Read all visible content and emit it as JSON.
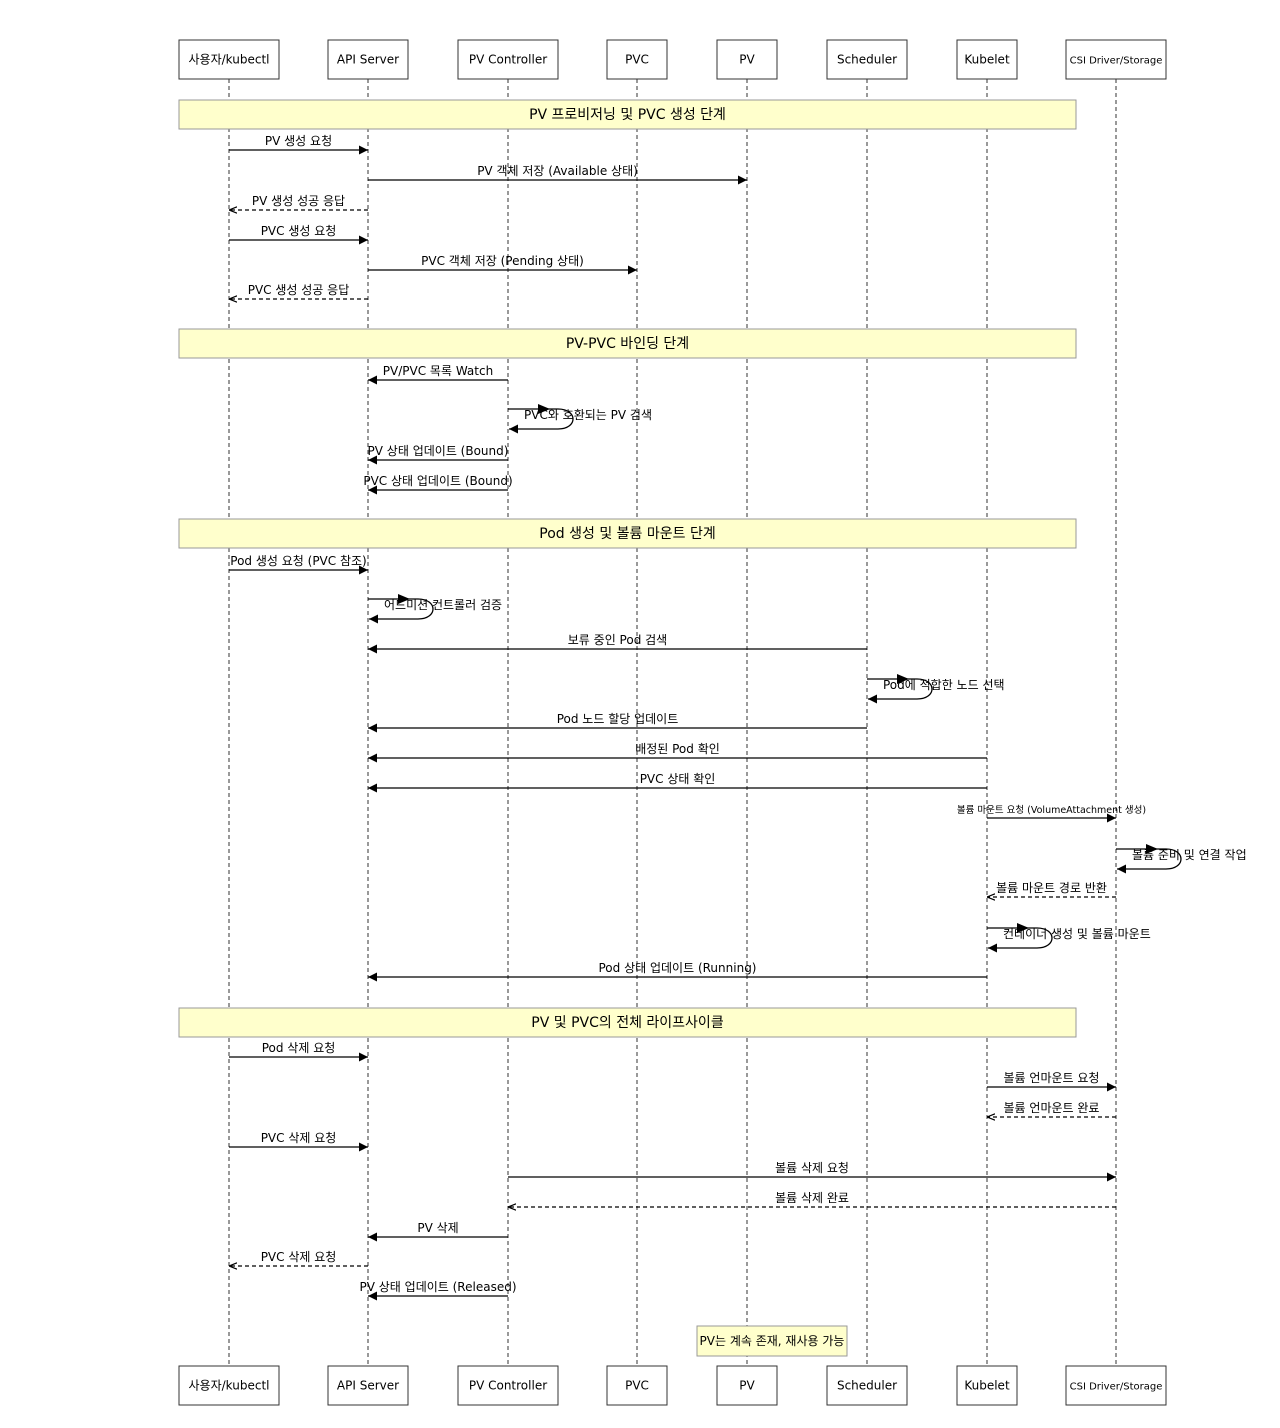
{
  "participants": [
    {
      "id": "user",
      "label": "사용자/kubectl"
    },
    {
      "id": "api",
      "label": "API Server"
    },
    {
      "id": "pvc_ctrl",
      "label": "PV Controller"
    },
    {
      "id": "pvc",
      "label": "PVC"
    },
    {
      "id": "pv",
      "label": "PV"
    },
    {
      "id": "sched",
      "label": "Scheduler"
    },
    {
      "id": "kubelet",
      "label": "Kubelet"
    },
    {
      "id": "csi",
      "label": "CSI Driver/Storage"
    }
  ],
  "sections": [
    {
      "label": "PV 프로비저닝 및 PVC 생성 단계"
    },
    {
      "label": "PV-PVC 바인딩 단계"
    },
    {
      "label": "Pod 생성 및 볼륨 마운트 단계"
    },
    {
      "label": "PV 및 PVC의 전체 라이프사이클"
    }
  ],
  "messages": [
    {
      "from": "user",
      "to": "api",
      "label": "PV 생성 요청",
      "style": "solid"
    },
    {
      "from": "api",
      "to": "pv",
      "label": "PV 객체 저장 (Available 상태)",
      "style": "solid"
    },
    {
      "from": "api",
      "to": "user",
      "label": "PV 생성 성공 응답",
      "style": "dashed"
    },
    {
      "from": "user",
      "to": "api",
      "label": "PVC 생성 요청",
      "style": "solid"
    },
    {
      "from": "api",
      "to": "pvc",
      "label": "PVC 객체 저장 (Pending 상태)",
      "style": "solid"
    },
    {
      "from": "api",
      "to": "user",
      "label": "PVC 생성 성공 응답",
      "style": "dashed"
    },
    {
      "from": "pvc_ctrl",
      "to": "api",
      "label": "PV/PVC 목록 Watch",
      "style": "solid"
    },
    {
      "from": "pvc_ctrl",
      "to": "pvc_ctrl",
      "label": "PVC와 호환되는 PV 검색",
      "style": "self"
    },
    {
      "from": "pvc_ctrl",
      "to": "api",
      "label": "PV 상태 업데이트 (Bound)",
      "style": "solid"
    },
    {
      "from": "pvc_ctrl",
      "to": "api",
      "label": "PVC 상태 업데이트 (Bound)",
      "style": "solid"
    },
    {
      "from": "user",
      "to": "api",
      "label": "Pod 생성 요청 (PVC 참조)",
      "style": "solid"
    },
    {
      "from": "api",
      "to": "api",
      "label": "어드미션 컨트롤러 검증",
      "style": "self"
    },
    {
      "from": "sched",
      "to": "api",
      "label": "보류 중인 Pod 검색",
      "style": "solid"
    },
    {
      "from": "sched",
      "to": "sched",
      "label": "Pod에 적합한 노드 선택",
      "style": "self"
    },
    {
      "from": "sched",
      "to": "api",
      "label": "Pod 노드 할당 업데이트",
      "style": "solid"
    },
    {
      "from": "kubelet",
      "to": "api",
      "label": "배정된 Pod 확인",
      "style": "solid"
    },
    {
      "from": "kubelet",
      "to": "api",
      "label": "PVC 상태 확인",
      "style": "solid"
    },
    {
      "from": "kubelet",
      "to": "csi",
      "label": "볼륨 마운트 요청 (VolumeAttachment 생성)",
      "style": "solid",
      "small": true
    },
    {
      "from": "csi",
      "to": "csi",
      "label": "볼륨 준비 및 연결 작업",
      "style": "self"
    },
    {
      "from": "csi",
      "to": "kubelet",
      "label": "볼륨 마운트 경로 반환",
      "style": "dashed"
    },
    {
      "from": "kubelet",
      "to": "kubelet",
      "label": "컨테이너 생성 및 볼륨 마운트",
      "style": "self"
    },
    {
      "from": "kubelet",
      "to": "api",
      "label": "Pod 상태 업데이트 (Running)",
      "style": "solid"
    },
    {
      "from": "user",
      "to": "api",
      "label": "Pod 삭제 요청",
      "style": "solid"
    },
    {
      "from": "kubelet",
      "to": "csi",
      "label": "볼륨 언마운트 요청",
      "style": "solid"
    },
    {
      "from": "csi",
      "to": "kubelet",
      "label": "볼륨 언마운트 완료",
      "style": "dashed"
    },
    {
      "from": "user",
      "to": "api",
      "label": "PVC 삭제 요청",
      "style": "solid"
    },
    {
      "from": "pvc_ctrl",
      "to": "csi",
      "label": "볼륨 삭제 요청",
      "style": "solid"
    },
    {
      "from": "csi",
      "to": "pvc_ctrl",
      "label": "볼륨 삭제 완료",
      "style": "dashed"
    },
    {
      "from": "pvc_ctrl",
      "to": "api",
      "label": "PV 삭제",
      "style": "solid"
    },
    {
      "from": "api",
      "to": "user",
      "label": "PVC 삭제 요청",
      "style": "dashed"
    },
    {
      "from": "pvc_ctrl",
      "to": "api",
      "label": "PV 상태 업데이트 (Released)",
      "style": "solid"
    }
  ],
  "note": {
    "label": "PV는 계속 존재, 재사용 가능",
    "over": "pv"
  }
}
